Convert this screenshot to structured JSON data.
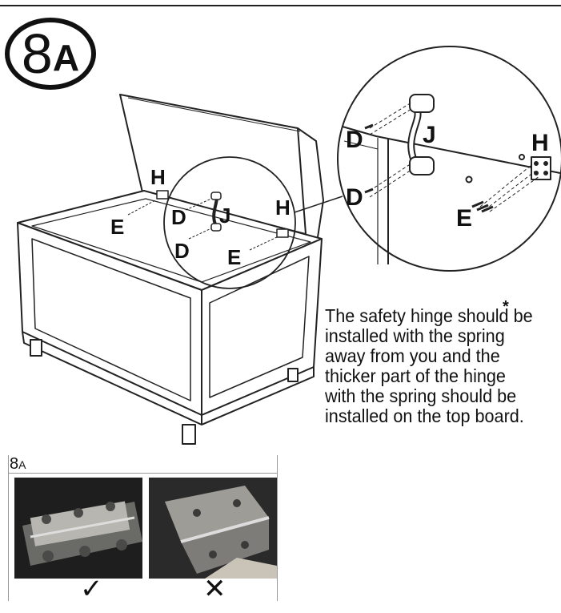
{
  "step": {
    "number": "8",
    "letter": "A"
  },
  "labels": {
    "H_main": "H",
    "H_main2": "H",
    "D_main": "D",
    "D_main2": "D",
    "E_main": "E",
    "E_main2": "E",
    "J_main": "J",
    "D_zoom": "D",
    "D_zoom2": "D",
    "J_zoom": "J",
    "H_zoom": "H",
    "E_zoom": "E"
  },
  "instruction": {
    "asterisk": "*",
    "text": "The safety hinge should be installed with the spring away from you and the thicker part of the hinge with the spring should be installed on the top board."
  },
  "reference": {
    "label_main": "8",
    "label_sub": "A",
    "correct_mark": "✓",
    "wrong_mark": "✕"
  }
}
